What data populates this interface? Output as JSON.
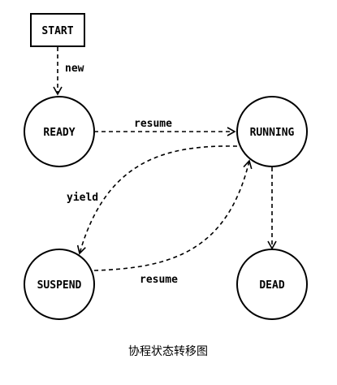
{
  "diagram": {
    "caption": "协程状态转移图",
    "nodes": {
      "start": "START",
      "ready": "READY",
      "running": "RUNNING",
      "suspend": "SUSPEND",
      "dead": "DEAD"
    },
    "edges": {
      "new": "new",
      "resume_ready_running": "resume",
      "yield": "yield",
      "resume_suspend_running": "resume"
    },
    "transitions": [
      {
        "from": "START",
        "to": "READY",
        "label": "new"
      },
      {
        "from": "READY",
        "to": "RUNNING",
        "label": "resume"
      },
      {
        "from": "RUNNING",
        "to": "SUSPEND",
        "label": "yield"
      },
      {
        "from": "SUSPEND",
        "to": "RUNNING",
        "label": "resume"
      },
      {
        "from": "RUNNING",
        "to": "DEAD",
        "label": ""
      }
    ]
  }
}
